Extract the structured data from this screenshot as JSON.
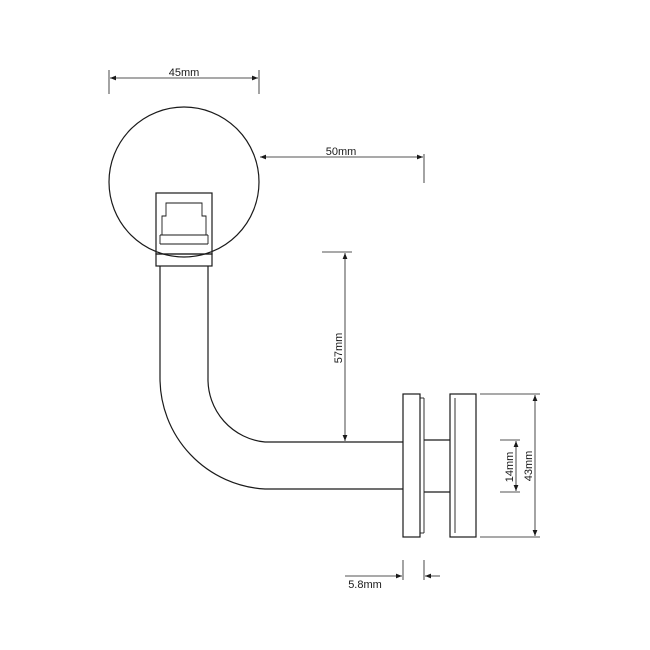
{
  "dimensions": {
    "bracket_width": "45mm",
    "projection": "50mm",
    "drop": "57mm",
    "inner_plate": "14mm",
    "plate_height": "43mm",
    "plate_thickness": "5.8mm"
  }
}
